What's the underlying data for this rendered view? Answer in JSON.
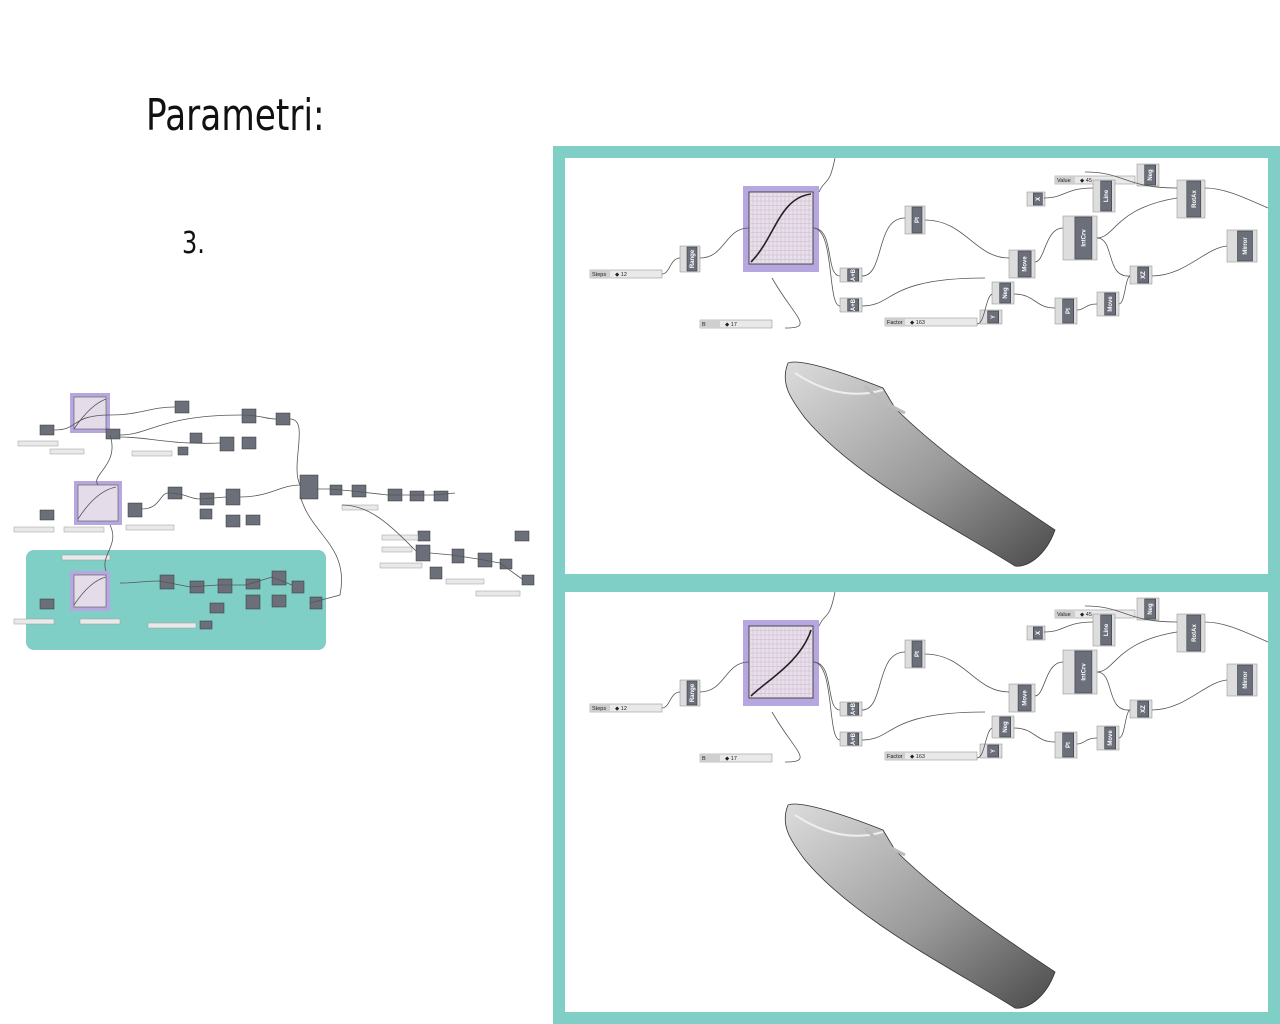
{
  "heading": {
    "title": "Parametri:",
    "step": "3."
  },
  "colors": {
    "accent": "#7fcfc6",
    "graph_mapper": "#b7a7e0",
    "node": "#6b6f7a"
  },
  "panel_top": {
    "sliders": [
      {
        "name": "Steps",
        "value": "◆ 12"
      },
      {
        "name": "B",
        "value": "◆ 17"
      },
      {
        "name": "Factor",
        "value": "◆ 163"
      },
      {
        "name": "Value",
        "value": "◆ 45"
      }
    ],
    "nodes": [
      "Range",
      "A+B",
      "A+B",
      "Pt",
      "Move",
      "Neg",
      "Pt",
      "Move",
      "X",
      "Line",
      "IntCrv",
      "XZ",
      "Y",
      "Neg",
      "RotAx",
      "Mirror"
    ]
  },
  "panel_bottom": {
    "sliders": [
      {
        "name": "Steps",
        "value": "◆ 12"
      },
      {
        "name": "B",
        "value": "◆ 17"
      },
      {
        "name": "Factor",
        "value": "◆ 163"
      },
      {
        "name": "Value",
        "value": "◆ 45"
      }
    ],
    "nodes": [
      "Range",
      "A+B",
      "A+B",
      "Pt",
      "Move",
      "Neg",
      "Pt",
      "Move",
      "X",
      "Line",
      "IntCrv",
      "XZ",
      "Y",
      "Neg",
      "RotAx",
      "Mirror"
    ]
  }
}
